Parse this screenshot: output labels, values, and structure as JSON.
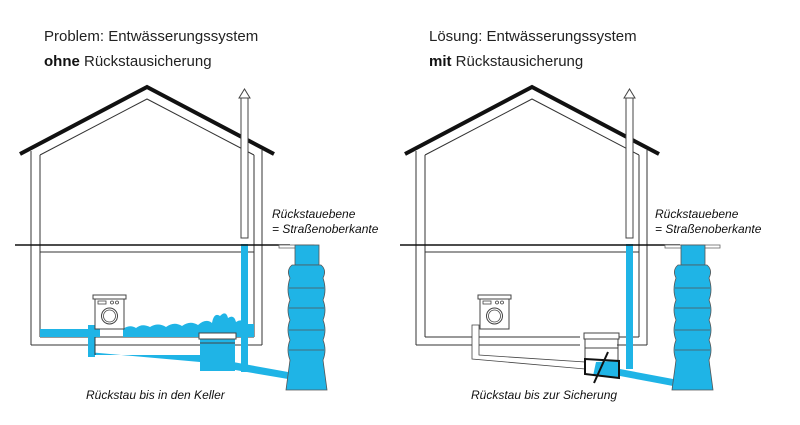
{
  "colors": {
    "water": "#1fb4e6",
    "line": "#1a1a1a",
    "wall": "#555555"
  },
  "left": {
    "title_line1": "Problem: Entwässerungssystem",
    "title_bold": "ohne",
    "title_rest": " Rückstausicherung",
    "level_label_1": "Rückstauebene",
    "level_label_2": "= Straßenoberkante",
    "caption": "Rückstau bis in den Keller"
  },
  "right": {
    "title_line1": "Lösung: Entwässerungssystem",
    "title_bold": "mit",
    "title_rest": " Rückstausicherung",
    "level_label_1": "Rückstauebene",
    "level_label_2": "= Straßenoberkante",
    "caption": "Rückstau bis zur Sicherung"
  }
}
